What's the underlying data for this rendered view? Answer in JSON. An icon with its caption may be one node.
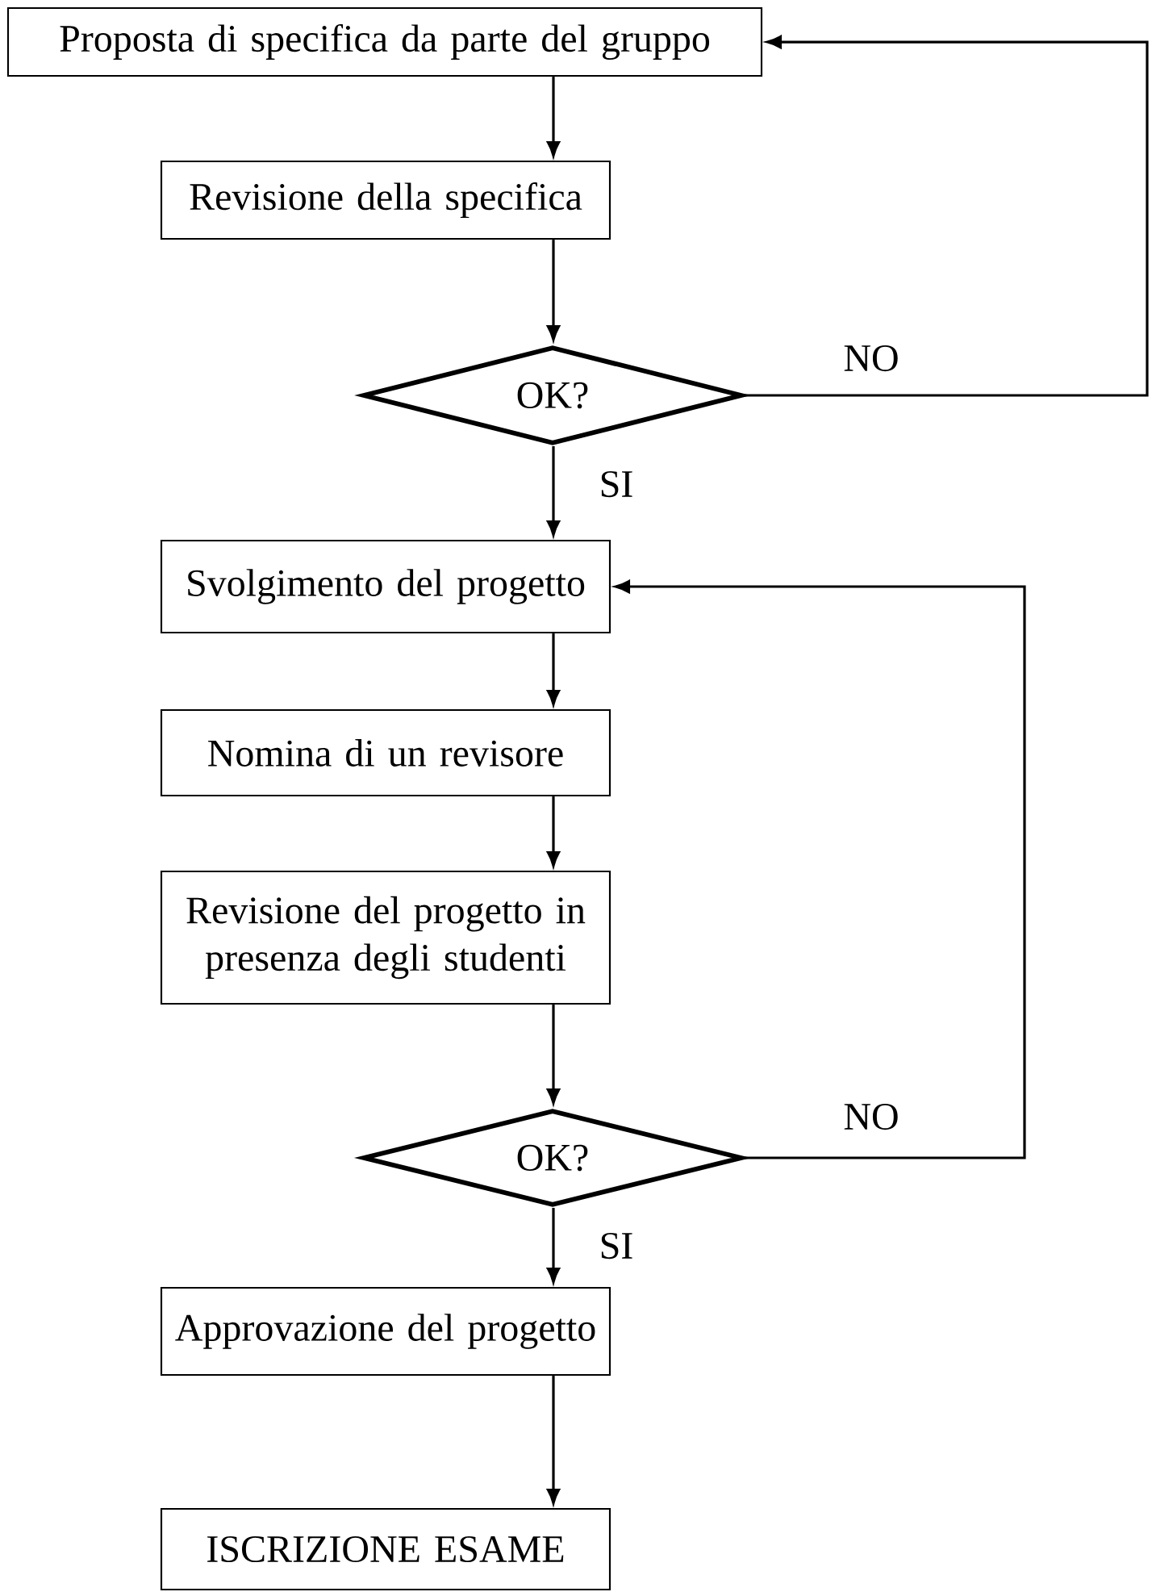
{
  "diagram": {
    "nodes": [
      {
        "text": [
          "Proposta di specifica da parte del gruppo"
        ]
      },
      {
        "text": [
          "Revisione della specifica"
        ]
      },
      {
        "text": [
          "OK?"
        ]
      },
      {
        "text": [
          "Svolgimento del progetto"
        ]
      },
      {
        "text": [
          "Nomina di un revisore"
        ]
      },
      {
        "text": [
          "Revisione del progetto in presenza degli studenti"
        ]
      },
      {
        "text": [
          "OK?"
        ]
      },
      {
        "text": [
          "Approvazione del progetto"
        ]
      },
      {
        "text": [
          "ISCRIZIONE ESAME"
        ]
      }
    ],
    "edges": [
      {
        "from": 0,
        "to": 1,
        "arrow": "to"
      },
      {
        "from": 1,
        "to": 2,
        "arrow": "to"
      },
      {
        "from": 2,
        "to": 0,
        "arrow": "to",
        "label": "NO"
      },
      {
        "from": 2,
        "to": 3,
        "arrow": "to",
        "label": "SI"
      },
      {
        "from": 3,
        "to": 4,
        "arrow": "to"
      },
      {
        "from": 4,
        "to": 5,
        "arrow": "to"
      },
      {
        "from": 5,
        "to": 6,
        "arrow": "to"
      },
      {
        "from": 6,
        "to": 3,
        "arrow": "to",
        "label": "NO"
      },
      {
        "from": 6,
        "to": 7,
        "arrow": "to",
        "label": "SI"
      },
      {
        "from": 7,
        "to": 8,
        "arrow": "to"
      }
    ]
  }
}
